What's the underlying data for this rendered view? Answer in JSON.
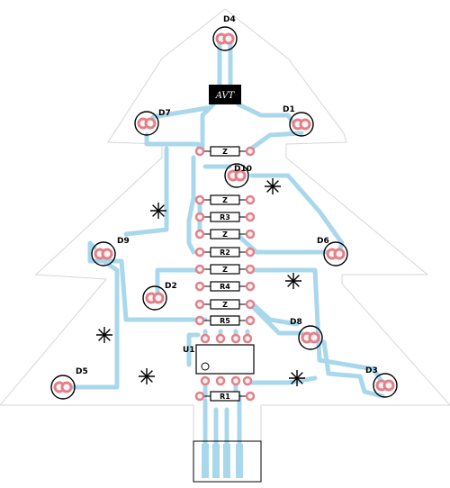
{
  "board": {
    "logo_text": "AVT",
    "colors": {
      "outline": "#d6d6d6",
      "trace": "#a9d8ec",
      "pad": "#e38088",
      "pad_hole": "#f4f4f4",
      "silk": "#000000",
      "component_body": "#ffffff",
      "logo_bg": "#000000"
    }
  },
  "leds": [
    {
      "name": "D4"
    },
    {
      "name": "D7"
    },
    {
      "name": "D1"
    },
    {
      "name": "D10"
    },
    {
      "name": "D9"
    },
    {
      "name": "D6"
    },
    {
      "name": "D2"
    },
    {
      "name": "D8"
    },
    {
      "name": "D5"
    },
    {
      "name": "D3"
    }
  ],
  "components": [
    {
      "name": "Z"
    },
    {
      "name": "Z"
    },
    {
      "name": "R3"
    },
    {
      "name": "Z"
    },
    {
      "name": "R2"
    },
    {
      "name": "Z"
    },
    {
      "name": "R4"
    },
    {
      "name": "Z"
    },
    {
      "name": "R5"
    },
    {
      "name": "R1"
    }
  ],
  "ic": {
    "name": "U1"
  },
  "decorations": [
    "star-icon",
    "star-icon",
    "star-icon",
    "star-icon",
    "star-icon",
    "star-icon"
  ]
}
